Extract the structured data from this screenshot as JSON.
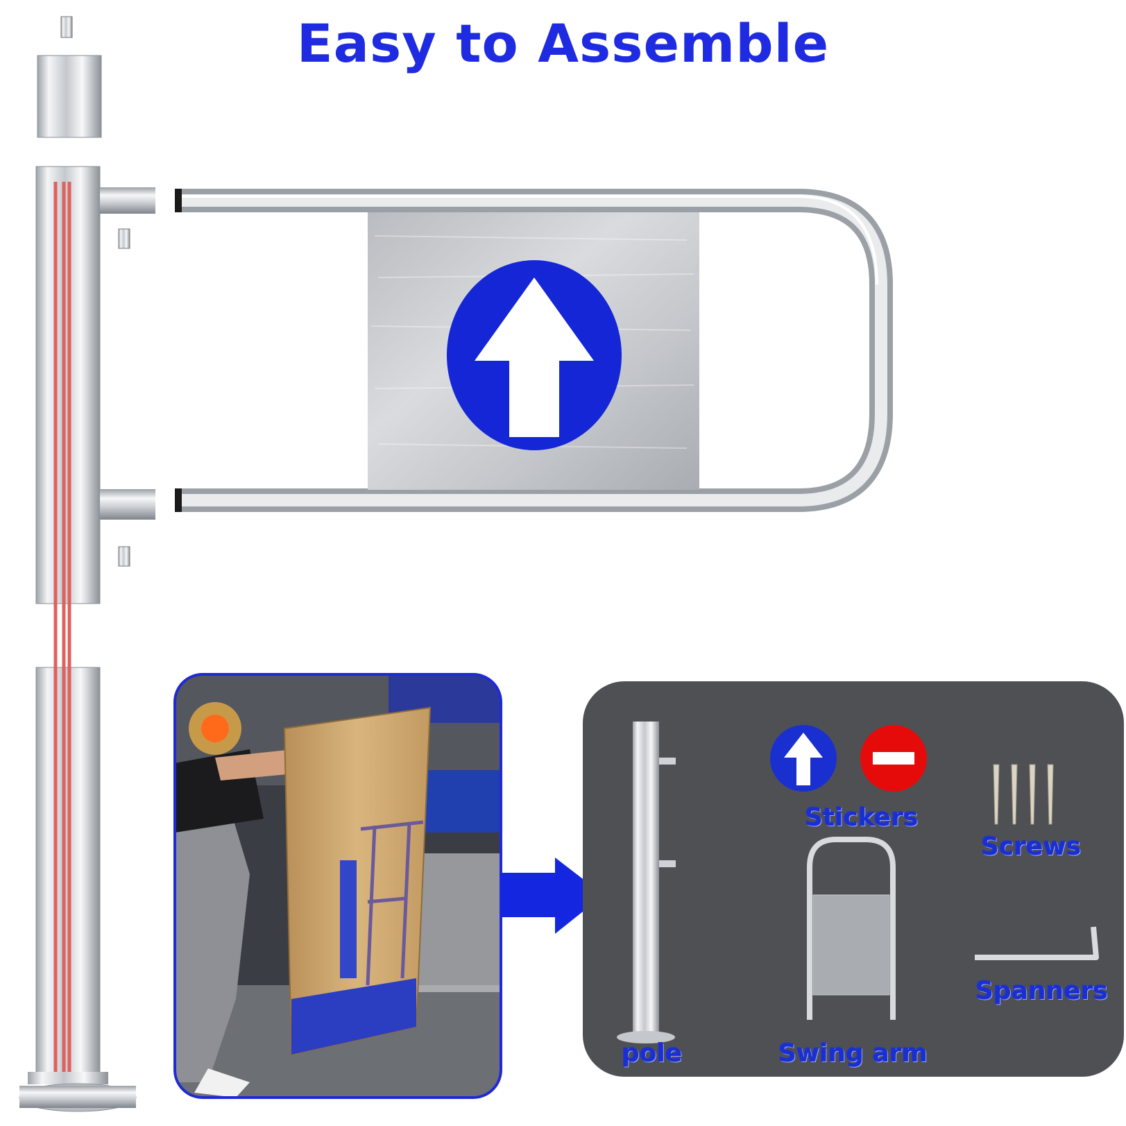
{
  "title": "Easy to Assemble",
  "colors": {
    "title_blue": "#1f2be0",
    "arrow_blue": "#1426d6",
    "steel_light": "#eef0f2",
    "steel_dark": "#8a8f96",
    "cable_red": "#e05a5a",
    "panel_gray": "#4f5054",
    "label_blue": "#1a2fd0",
    "no_entry_red": "#e50b0b"
  },
  "icons": {
    "panel_sign": "up-arrow-icon",
    "flow": "right-arrow-icon",
    "sticker_pass": "up-arrow-sticker-icon",
    "sticker_stop": "no-entry-sticker-icon"
  },
  "parts_panel": {
    "pole_label": "pole",
    "stickers_label": "Stickers",
    "screws_label": "Screws",
    "swing_arm_label": "Swing arm",
    "spanners_label": "Spanners"
  }
}
